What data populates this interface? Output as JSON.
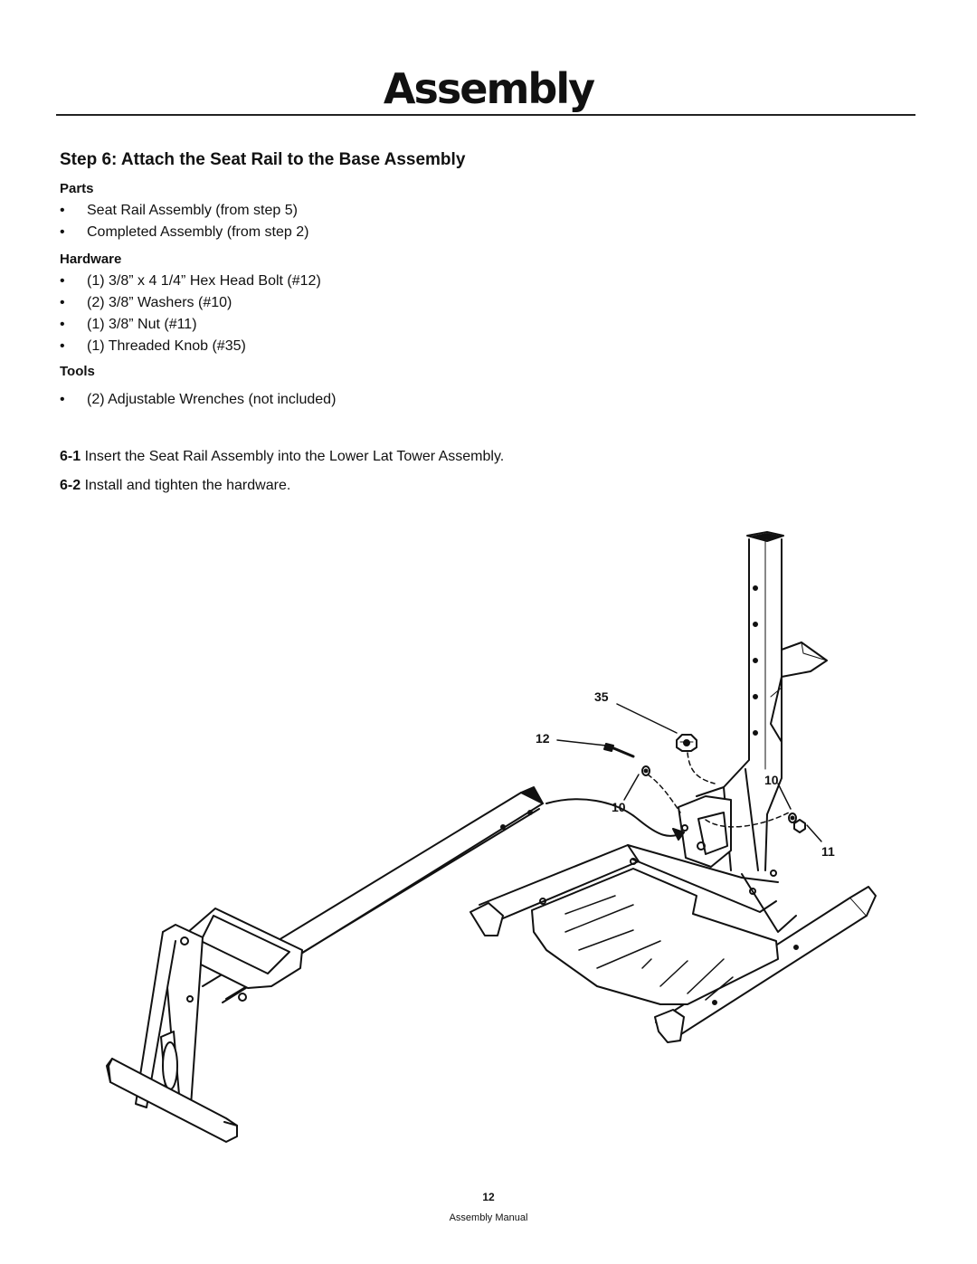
{
  "page": {
    "title": "Assembly",
    "step_heading": "Step 6: Attach the Seat Rail to the Base Assembly",
    "page_number": "12",
    "footer": "Assembly Manual"
  },
  "parts": {
    "heading": "Parts",
    "items": [
      "Seat Rail Assembly (from step 5)",
      "Completed Assembly (from step 2)"
    ]
  },
  "hardware": {
    "heading": "Hardware",
    "items": [
      "(1) 3/8” x 4 1/4” Hex Head Bolt (#12)",
      "(2) 3/8” Washers (#10)",
      "(1) 3/8” Nut (#11)",
      "(1) Threaded Knob (#35)"
    ]
  },
  "tools": {
    "heading": "Tools",
    "items": [
      "(2) Adjustable Wrenches (not included)"
    ]
  },
  "instructions": [
    {
      "num": "6-1",
      "text": "Insert the Seat Rail Assembly into the Lower Lat Tower Assembly."
    },
    {
      "num": "6-2",
      "text": "Install and tighten the hardware."
    }
  ],
  "callouts": {
    "knob": "35",
    "bolt": "12",
    "washer_left": "10",
    "washer_right": "10",
    "nut": "11"
  }
}
